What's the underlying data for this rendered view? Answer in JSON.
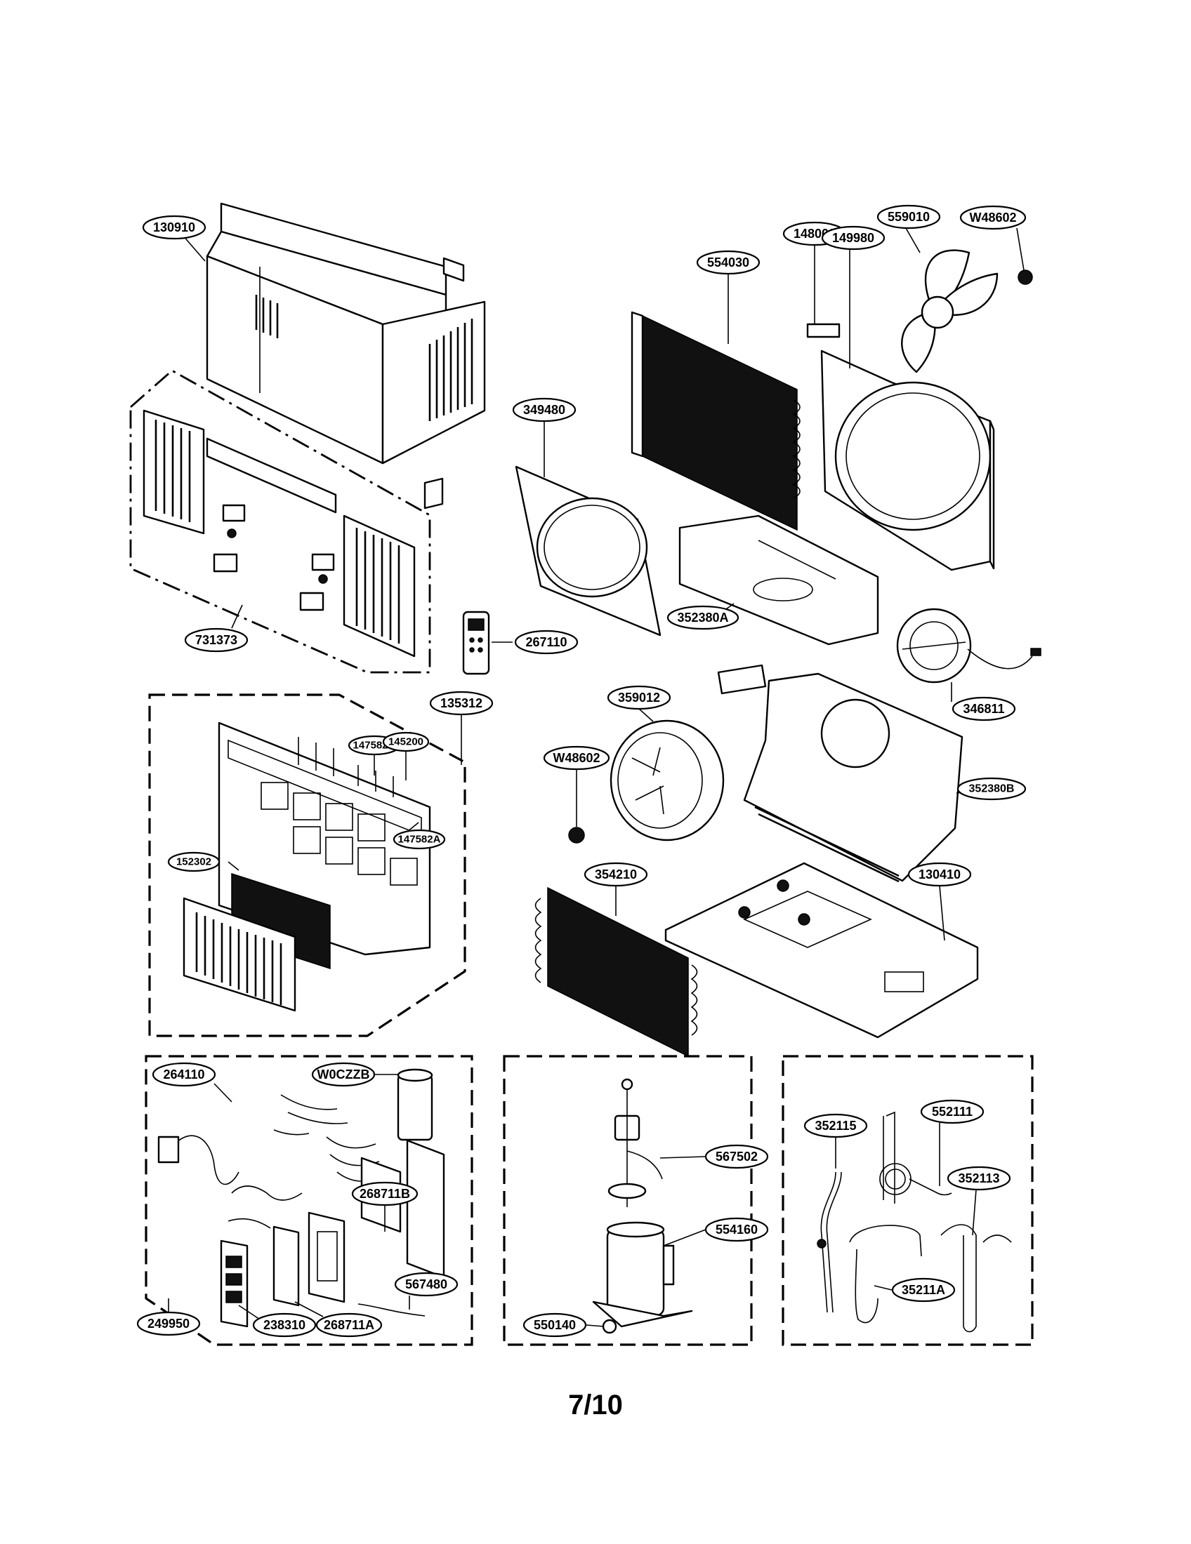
{
  "page": {
    "number": "7/10"
  },
  "labels": {
    "p130910": "130910",
    "p731373": "731373",
    "p349480": "349480",
    "p554030": "554030",
    "p148000": "148000",
    "p149980": "149980",
    "p559010": "559010",
    "pW48602a": "W48602",
    "p267110": "267110",
    "p352380A": "352380A",
    "p346811": "346811",
    "p135312": "135312",
    "p147582B": "147582B",
    "p145200": "145200",
    "p147582A": "147582A",
    "p152302": "152302",
    "p359012": "359012",
    "pW48602b": "W48602",
    "p352380B": "352380B",
    "p354210": "354210",
    "p130410": "130410",
    "p264110": "264110",
    "pW0CZZB": "W0CZZB",
    "p268711B": "268711B",
    "p567480": "567480",
    "p238310": "238310",
    "p268711A": "268711A",
    "p249950": "249950",
    "p567502": "567502",
    "p554160": "554160",
    "p550140": "550140",
    "p352115": "352115",
    "p552111": "552111",
    "p352113": "352113",
    "p35211A": "35211A"
  }
}
